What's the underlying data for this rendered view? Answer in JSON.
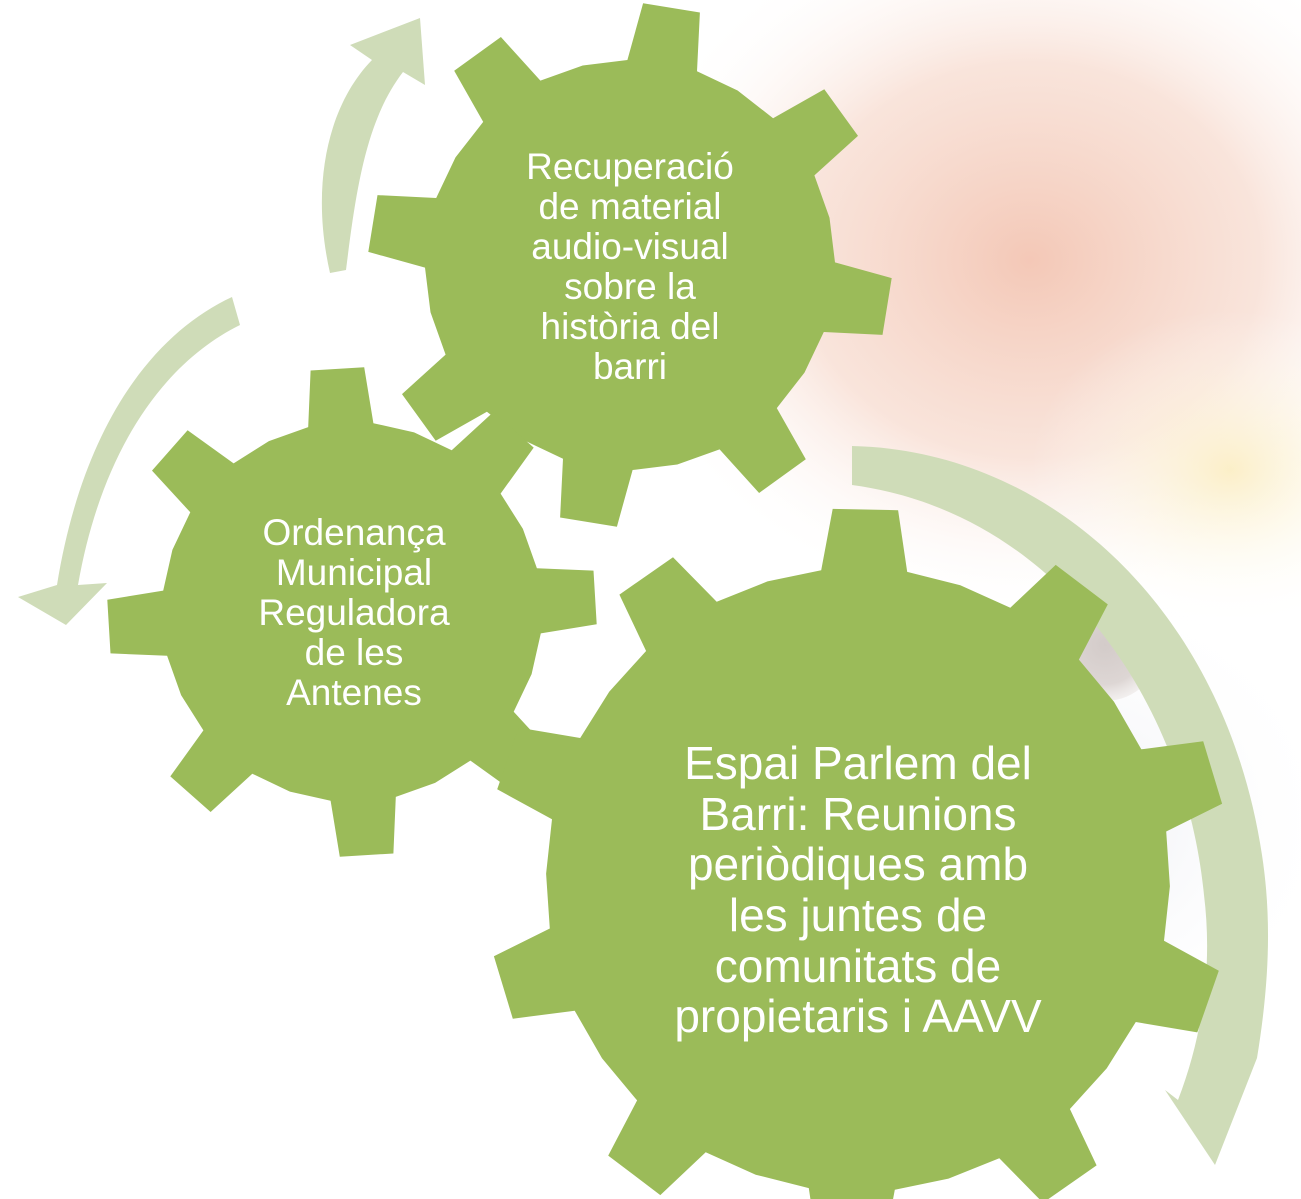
{
  "colors": {
    "gear": "#9bbb59",
    "arrow": "#cfdcb8",
    "label_text": "#ffffff",
    "background_blush": "#f6d3c2",
    "background_yellow": "#fbf1cf",
    "background_grey_dot": "#d9d3d1"
  },
  "gears": [
    {
      "id": "top",
      "label": "Recuperació\nde material\naudio-visual\nsobre la\nhistòria del\nbarri"
    },
    {
      "id": "left",
      "label": "Ordenança\nMunicipal\nReguladora\nde les\nAntenes"
    },
    {
      "id": "bottom",
      "label": "Espai Parlem del\nBarri: Reunions\nperiòdiques amb\nles juntes de\ncomunitats de\npropietaris i AAVV"
    }
  ],
  "arrows": [
    {
      "id": "arrow-top-left",
      "direction": "up-right"
    },
    {
      "id": "arrow-left",
      "direction": "down-left"
    },
    {
      "id": "arrow-right",
      "direction": "down"
    }
  ]
}
